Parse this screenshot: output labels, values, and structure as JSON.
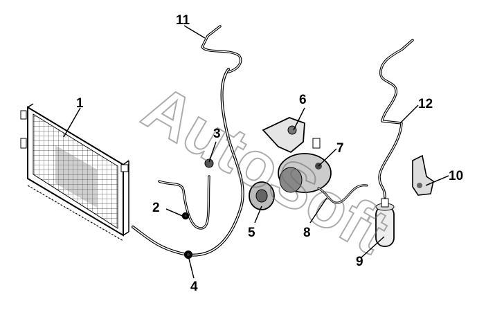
{
  "watermark": {
    "text": "AutoSoft"
  },
  "callouts": [
    {
      "id": "callout-1",
      "label": "1"
    },
    {
      "id": "callout-2",
      "label": "2"
    },
    {
      "id": "callout-3",
      "label": "3"
    },
    {
      "id": "callout-4",
      "label": "4"
    },
    {
      "id": "callout-5",
      "label": "5"
    },
    {
      "id": "callout-6",
      "label": "6"
    },
    {
      "id": "callout-7",
      "label": "7"
    },
    {
      "id": "callout-8",
      "label": "8"
    },
    {
      "id": "callout-9",
      "label": "9"
    },
    {
      "id": "callout-10",
      "label": "10"
    },
    {
      "id": "callout-11",
      "label": "11"
    },
    {
      "id": "callout-12",
      "label": "12"
    }
  ]
}
